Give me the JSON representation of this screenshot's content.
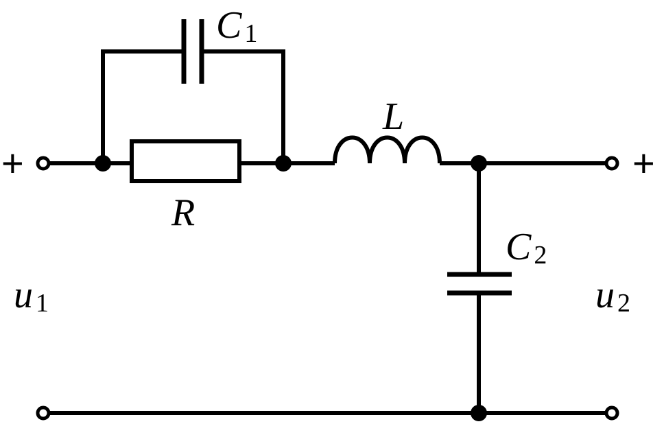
{
  "labels": {
    "c1": {
      "symbol": "C",
      "subscript": "1"
    },
    "r": {
      "symbol": "R"
    },
    "l": {
      "symbol": "L"
    },
    "c2": {
      "symbol": "C",
      "subscript": "2"
    },
    "u1": {
      "symbol": "u",
      "subscript": "1"
    },
    "u2": {
      "symbol": "u",
      "subscript": "2"
    }
  },
  "signs": {
    "input_plus": "+",
    "output_plus": "+"
  }
}
